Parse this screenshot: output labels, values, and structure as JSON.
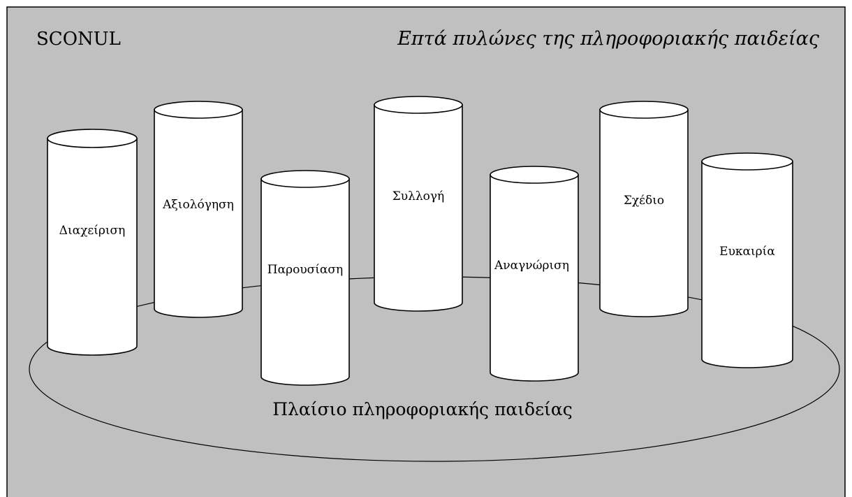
{
  "header": {
    "left_title": "SCONUL",
    "right_title": "Επτά πυλώνες της πληροφοριακής παιδείας"
  },
  "base": {
    "label": "Πλαίσιο πληροφοριακής παιδείας"
  },
  "pillars": [
    {
      "label": "Διαχείριση"
    },
    {
      "label": "Αξιολόγηση"
    },
    {
      "label": "Παρουσίαση"
    },
    {
      "label": "Συλλογή"
    },
    {
      "label": "Αναγνώριση"
    },
    {
      "label": "Σχέδιο"
    },
    {
      "label": "Ευκαιρία"
    }
  ],
  "colors": {
    "background": "#c0c0c0",
    "pillar_fill": "#ffffff",
    "stroke": "#000000"
  }
}
